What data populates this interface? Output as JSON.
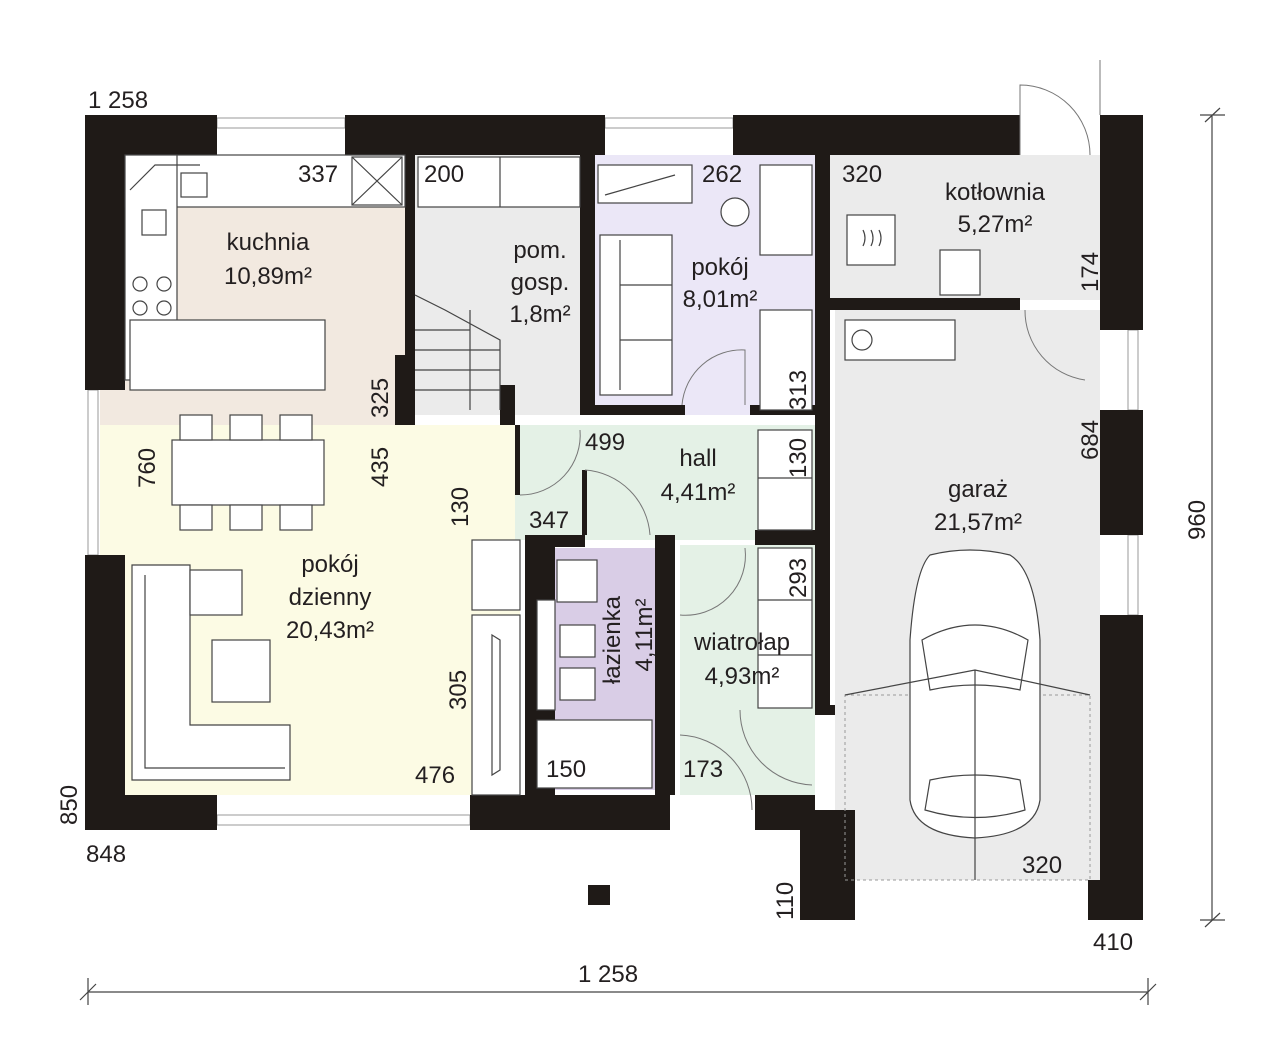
{
  "rooms": [
    {
      "name": "kuchnia",
      "area": "10,89m²",
      "color": "#f2e9e0"
    },
    {
      "name": "pom.",
      "name2": "gosp.",
      "area": "1,8m²",
      "color": "#ebebeb"
    },
    {
      "name": "pokój",
      "area": "8,01m²",
      "color": "#ebe7f7"
    },
    {
      "name": "kotłownia",
      "area": "5,27m²",
      "color": "#ebebeb"
    },
    {
      "name": "hall",
      "area": "4,41m²",
      "color": "#e4f1e6"
    },
    {
      "name": "pokój",
      "name2": "dzienny",
      "area": "20,43m²",
      "color": "#fcfbe4"
    },
    {
      "name": "łazienka",
      "area": "4,11m²",
      "color": "#d9cde6"
    },
    {
      "name": "wiatrołap",
      "area": "4,93m²",
      "color": "#e4f1e6"
    },
    {
      "name": "garaż",
      "area": "21,57m²",
      "color": "#ebebeb"
    }
  ],
  "dimensions": {
    "top_left": "1 258",
    "bottom_total": "1 258",
    "right_total": "960",
    "left_850": "850",
    "d848": "848",
    "d410": "410",
    "d110": "110",
    "d337": "337",
    "d200": "200",
    "d262": "262",
    "d320_top": "320",
    "d174": "174",
    "d325": "325",
    "d313": "313",
    "d760": "760",
    "d435": "435",
    "d499": "499",
    "d130_hall": "130",
    "d130_living": "130",
    "d347": "347",
    "d684": "684",
    "d293": "293",
    "d305": "305",
    "d476": "476",
    "d150": "150",
    "d173": "173",
    "d320_garage": "320"
  }
}
